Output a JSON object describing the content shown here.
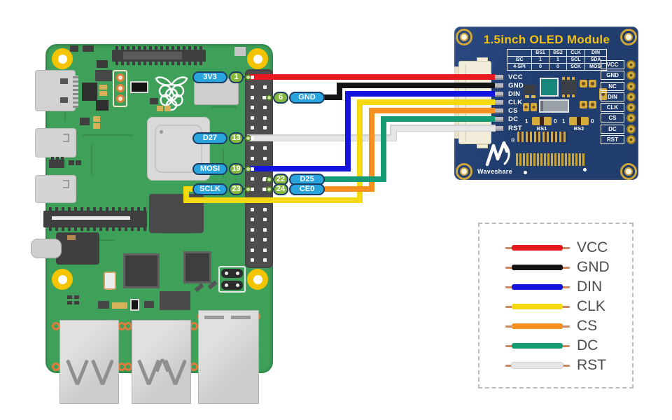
{
  "pi": {
    "left_pin_labels": [
      {
        "label": "3V3",
        "pin": "1"
      },
      {
        "label": "D27",
        "pin": "13"
      },
      {
        "label": "MOSI",
        "pin": "19"
      },
      {
        "label": "SCLK",
        "pin": "23"
      }
    ],
    "right_pin_labels": [
      {
        "pin": "6",
        "label": "GND"
      },
      {
        "pin": "22",
        "label": "D25"
      },
      {
        "pin": "24",
        "label": "CE0"
      }
    ]
  },
  "oled": {
    "title": "1.5inch OLED Module",
    "config_table": {
      "header": [
        "",
        "BS1",
        "BS2",
        "CLK",
        "DIN"
      ],
      "rows": [
        [
          "I2C",
          "1",
          "1",
          "SCL",
          "SDA"
        ],
        [
          "4-SPI",
          "0",
          "0",
          "SCK",
          "MOSI"
        ]
      ]
    },
    "connector_pins": [
      "VCC",
      "GND",
      "DIN",
      "CLK",
      "CS",
      "DC",
      "RST"
    ],
    "breakout_pads": [
      "VCC",
      "GND",
      "NC",
      "DIN",
      "CLK",
      "CS",
      "DC",
      "RST"
    ],
    "jumpers": {
      "one": "1",
      "zero": "0",
      "bs1": "BS1",
      "bs2": "BS2"
    },
    "brand": "Waveshare",
    "reg": "®"
  },
  "legend": {
    "items": [
      {
        "signal": "VCC",
        "color": "#e8191f"
      },
      {
        "signal": "GND",
        "color": "#141414"
      },
      {
        "signal": "DIN",
        "color": "#1414dd"
      },
      {
        "signal": "CLK",
        "color": "#f5d90f"
      },
      {
        "signal": "CS",
        "color": "#f59120"
      },
      {
        "signal": "DC",
        "color": "#159c77"
      },
      {
        "signal": "RST",
        "color": "#e6e6e6"
      }
    ]
  },
  "colors": {
    "pcb_green": "#3fa05a",
    "pcb_green_edge": "#2f8a48",
    "oled_navy": "#213d6e",
    "pill_blue": "#2aa4dc",
    "pill_green": "#86b93e",
    "pill_border": "#1b3c63",
    "gold": "#d4aa3a",
    "header_gray": "#4d4d4d",
    "title_yellow": "#f3c112",
    "legend_text": "#4d4d4d",
    "wire_tan": "#c8875f"
  }
}
